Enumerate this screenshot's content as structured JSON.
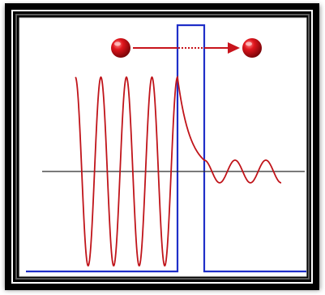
{
  "diagram": {
    "type": "quantum-tunneling-illustration",
    "colors": {
      "frame": "#000000",
      "frame_inner": "#4a4a4a",
      "panel": "#ffffff",
      "wave": "#c0141a",
      "barrier": "#1f2fc8",
      "axis": "#2b2b2b",
      "particle": "#d7141c",
      "arrow": "#c8141c"
    },
    "particles": [
      {
        "role": "incident",
        "icon": "red-sphere"
      },
      {
        "role": "transmitted",
        "icon": "red-sphere"
      }
    ],
    "arrow": {
      "solid_part": "outside-barrier",
      "dotted_part": "inside-barrier"
    },
    "wave": {
      "incident_cycles": 4,
      "barrier_behavior": "exponential-decay",
      "transmitted_cycles": 2.5,
      "transmitted_relative_amplitude": 0.12
    },
    "barrier": {
      "shape": "rectangular-potential"
    }
  }
}
